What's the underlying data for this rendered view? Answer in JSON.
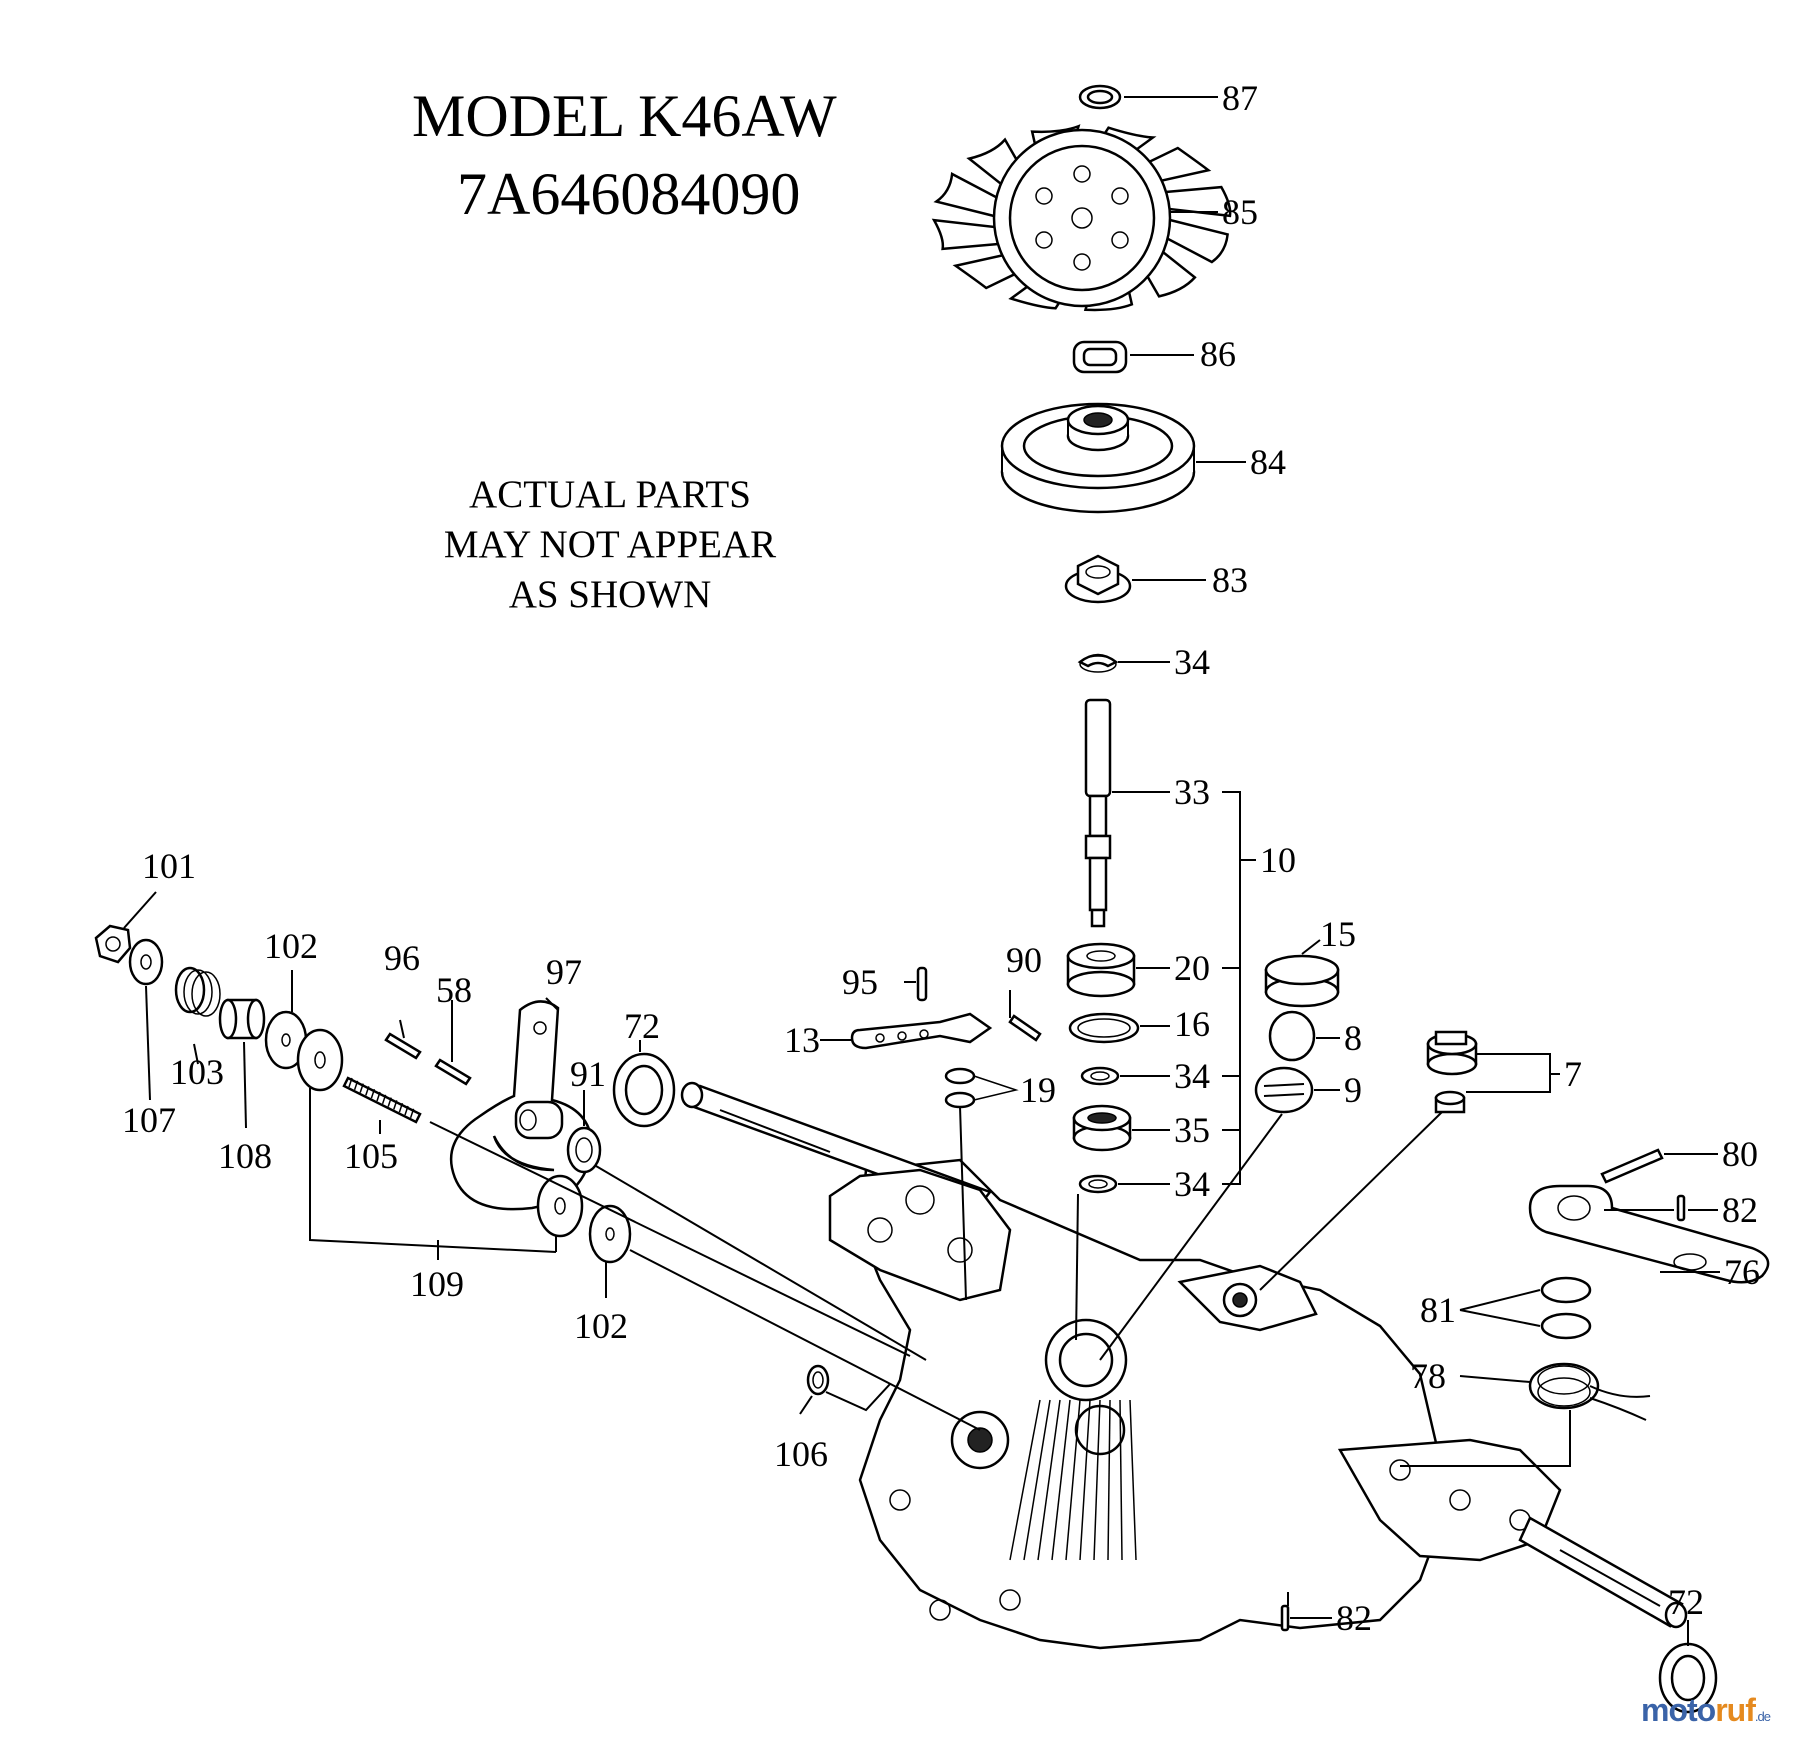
{
  "title": {
    "model": "MODEL K46AW",
    "number": "7A646084090"
  },
  "disclaimer": [
    "ACTUAL PARTS",
    "MAY NOT APPEAR",
    "AS SHOWN"
  ],
  "watermark": {
    "brand_part1": "moto",
    "brand_part2": "ruf",
    "suffix": ".de"
  },
  "callouts": [
    {
      "id": "87",
      "text": "87"
    },
    {
      "id": "85",
      "text": "85"
    },
    {
      "id": "86",
      "text": "86"
    },
    {
      "id": "84",
      "text": "84"
    },
    {
      "id": "83",
      "text": "83"
    },
    {
      "id": "34a",
      "text": "34"
    },
    {
      "id": "33",
      "text": "33"
    },
    {
      "id": "10",
      "text": "10"
    },
    {
      "id": "20",
      "text": "20"
    },
    {
      "id": "15",
      "text": "15"
    },
    {
      "id": "16",
      "text": "16"
    },
    {
      "id": "8",
      "text": "8"
    },
    {
      "id": "34b",
      "text": "34"
    },
    {
      "id": "9",
      "text": "9"
    },
    {
      "id": "7",
      "text": "7"
    },
    {
      "id": "35",
      "text": "35"
    },
    {
      "id": "34c",
      "text": "34"
    },
    {
      "id": "80",
      "text": "80"
    },
    {
      "id": "82a",
      "text": "82"
    },
    {
      "id": "76",
      "text": "76"
    },
    {
      "id": "81",
      "text": "81"
    },
    {
      "id": "78",
      "text": "78"
    },
    {
      "id": "82b",
      "text": "82"
    },
    {
      "id": "72b",
      "text": "72"
    },
    {
      "id": "101",
      "text": "101"
    },
    {
      "id": "102a",
      "text": "102"
    },
    {
      "id": "96",
      "text": "96"
    },
    {
      "id": "58",
      "text": "58"
    },
    {
      "id": "97",
      "text": "97"
    },
    {
      "id": "95",
      "text": "95"
    },
    {
      "id": "90",
      "text": "90"
    },
    {
      "id": "13",
      "text": "13"
    },
    {
      "id": "19",
      "text": "19"
    },
    {
      "id": "72a",
      "text": "72"
    },
    {
      "id": "91",
      "text": "91"
    },
    {
      "id": "103",
      "text": "103"
    },
    {
      "id": "107",
      "text": "107"
    },
    {
      "id": "108",
      "text": "108"
    },
    {
      "id": "105",
      "text": "105"
    },
    {
      "id": "109",
      "text": "109"
    },
    {
      "id": "102b",
      "text": "102"
    },
    {
      "id": "106",
      "text": "106"
    }
  ]
}
